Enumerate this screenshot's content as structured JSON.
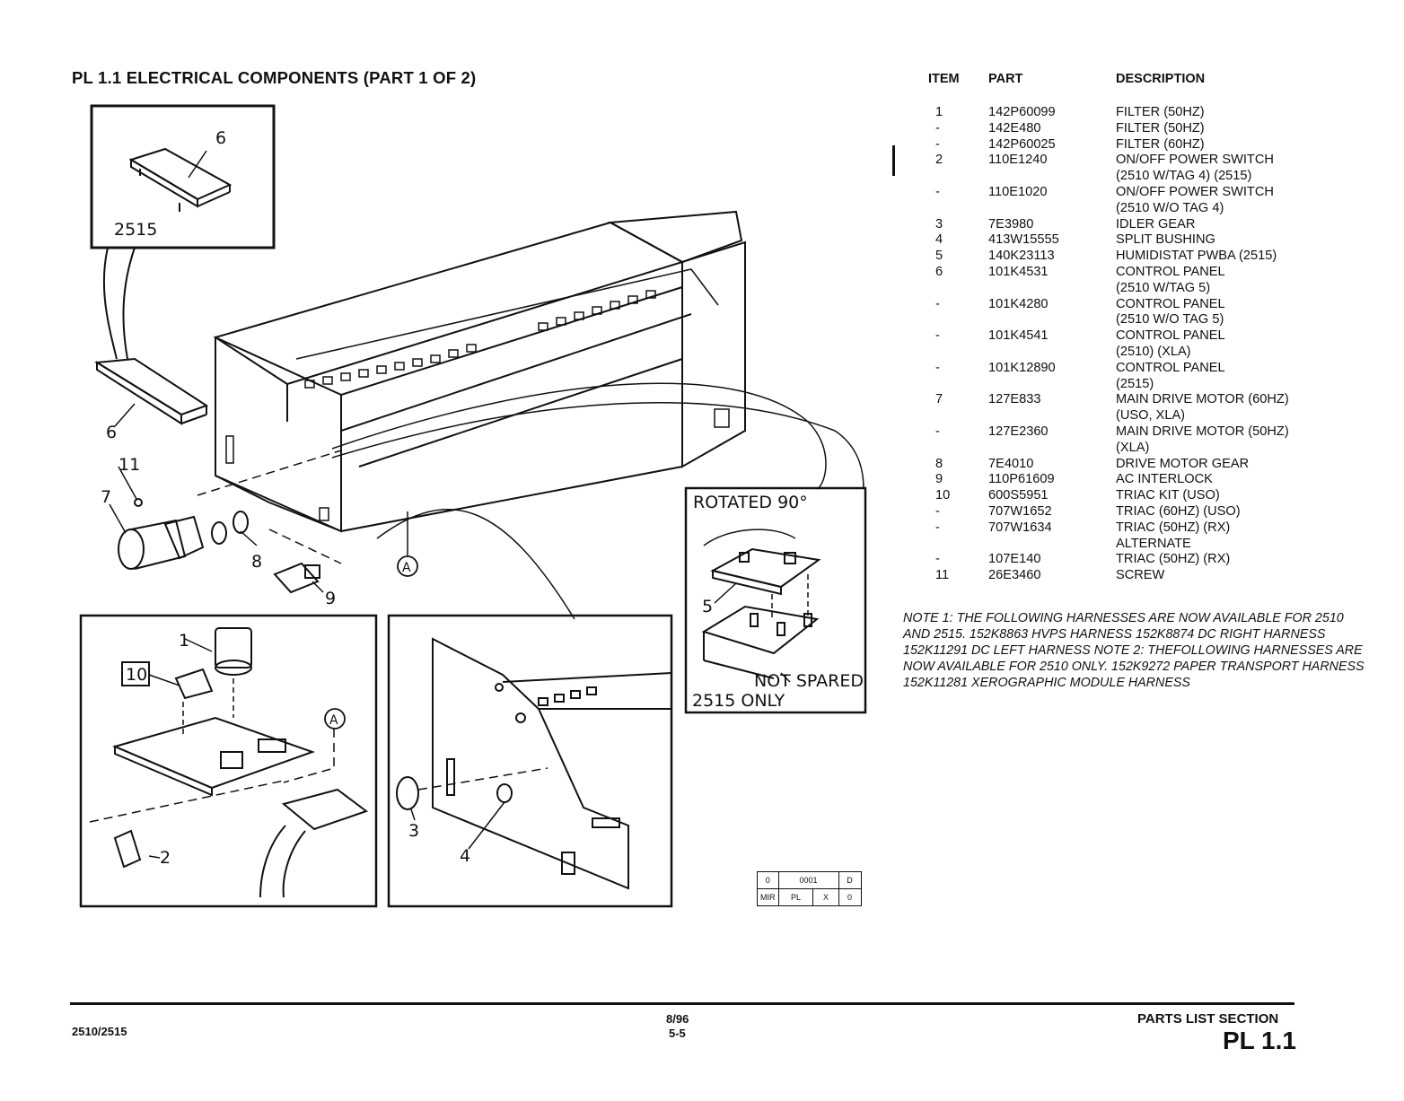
{
  "title": "PL 1.1 ELECTRICAL COMPONENTS (PART 1 OF 2)",
  "table": {
    "headers": {
      "item": "ITEM",
      "part": "PART",
      "description": "DESCRIPTION"
    },
    "rows": [
      {
        "item": "1",
        "part": "142P60099",
        "description": "FILTER (50HZ)"
      },
      {
        "item": "-",
        "part": "142E480",
        "description": "FILTER (50HZ)"
      },
      {
        "item": "-",
        "part": "142P60025",
        "description": "FILTER (60HZ)"
      },
      {
        "item": "2",
        "part": "110E1240",
        "description": "ON/OFF POWER SWITCH\n(2510 W/TAG 4) (2515)"
      },
      {
        "item": "-",
        "part": "110E1020",
        "description": "ON/OFF POWER SWITCH\n(2510 W/O TAG 4)"
      },
      {
        "item": "3",
        "part": "7E3980",
        "description": "IDLER GEAR"
      },
      {
        "item": "4",
        "part": "413W15555",
        "description": "SPLIT BUSHING"
      },
      {
        "item": "5",
        "part": "140K23113",
        "description": "HUMIDISTAT PWBA (2515)"
      },
      {
        "item": "6",
        "part": "101K4531",
        "description": "CONTROL PANEL\n(2510 W/TAG 5)"
      },
      {
        "item": "-",
        "part": "101K4280",
        "description": "CONTROL PANEL\n(2510 W/O TAG 5)"
      },
      {
        "item": "-",
        "part": "101K4541",
        "description": "CONTROL PANEL\n(2510) (XLA)"
      },
      {
        "item": "-",
        "part": "101K12890",
        "description": "CONTROL PANEL\n(2515)"
      },
      {
        "item": "7",
        "part": "127E833",
        "description": "MAIN DRIVE MOTOR (60HZ)\n(USO, XLA)"
      },
      {
        "item": "-",
        "part": "127E2360",
        "description": "MAIN DRIVE MOTOR (50HZ)\n(XLA)"
      },
      {
        "item": "8",
        "part": "7E4010",
        "description": "DRIVE MOTOR GEAR"
      },
      {
        "item": "9",
        "part": "110P61609",
        "description": "AC INTERLOCK"
      },
      {
        "item": "10",
        "part": "600S5951",
        "description": "TRIAC KIT (USO)"
      },
      {
        "item": "-",
        "part": "707W1652",
        "description": "TRIAC (60HZ) (USO)"
      },
      {
        "item": "-",
        "part": "707W1634",
        "description": "TRIAC (50HZ) (RX)\nALTERNATE"
      },
      {
        "item": "-",
        "part": "107E140",
        "description": "TRIAC (50HZ) (RX)"
      },
      {
        "item": "11",
        "part": "26E3460",
        "description": "SCREW"
      }
    ]
  },
  "note": "NOTE 1: THE FOLLOWING HARNESSES ARE NOW AVAILABLE FOR 2510 AND 2515. 152K8863 HVPS HARNESS 152K8874 DC RIGHT HARNESS 152K11291 DC LEFT HARNESS NOTE 2: THEFOLLOWING HARNESSES ARE NOW AVAILABLE FOR 2510 ONLY. 152K9272 PAPER TRANSPORT HARNESS 152K11281 XEROGRAPHIC MODULE HARNESS",
  "diagram": {
    "inset_2515_label": "2515",
    "rotated_label": "ROTATED 90°",
    "not_spared_label": "NOT SPARED",
    "only_2515_label": "2515 ONLY",
    "callout_a": "A",
    "callouts": [
      "1",
      "2",
      "3",
      "4",
      "5",
      "6",
      "6",
      "7",
      "8",
      "9",
      "10",
      "11"
    ]
  },
  "code_box": {
    "r1c1": "0",
    "r1c2": "0001",
    "r1c3": "D",
    "r2c1": "MIR",
    "r2c2": "PL",
    "r2c3": "X",
    "r2c4": "0"
  },
  "footer": {
    "model": "2510/2515",
    "date": "8/96",
    "page": "5-5",
    "section": "PARTS LIST SECTION",
    "pl": "PL 1.1"
  }
}
